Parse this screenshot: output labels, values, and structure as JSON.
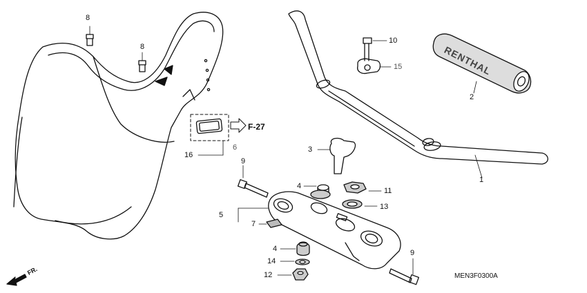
{
  "diagram": {
    "callouts": {
      "p1": "1",
      "p2": "2",
      "p3": "3",
      "p4a": "4",
      "p4b": "4",
      "p5": "5",
      "p6": "6",
      "p7": "7",
      "p8a": "8",
      "p8b": "8",
      "p9a": "9",
      "p9b": "9",
      "p10": "10",
      "p11": "11",
      "p12": "12",
      "p13": "13",
      "p14": "14",
      "p15": "15",
      "p16": "16"
    },
    "reference": "F-27",
    "brand_text": "RENTHAL",
    "direction": "FR.",
    "diagram_code": "MEN3F0300A"
  }
}
